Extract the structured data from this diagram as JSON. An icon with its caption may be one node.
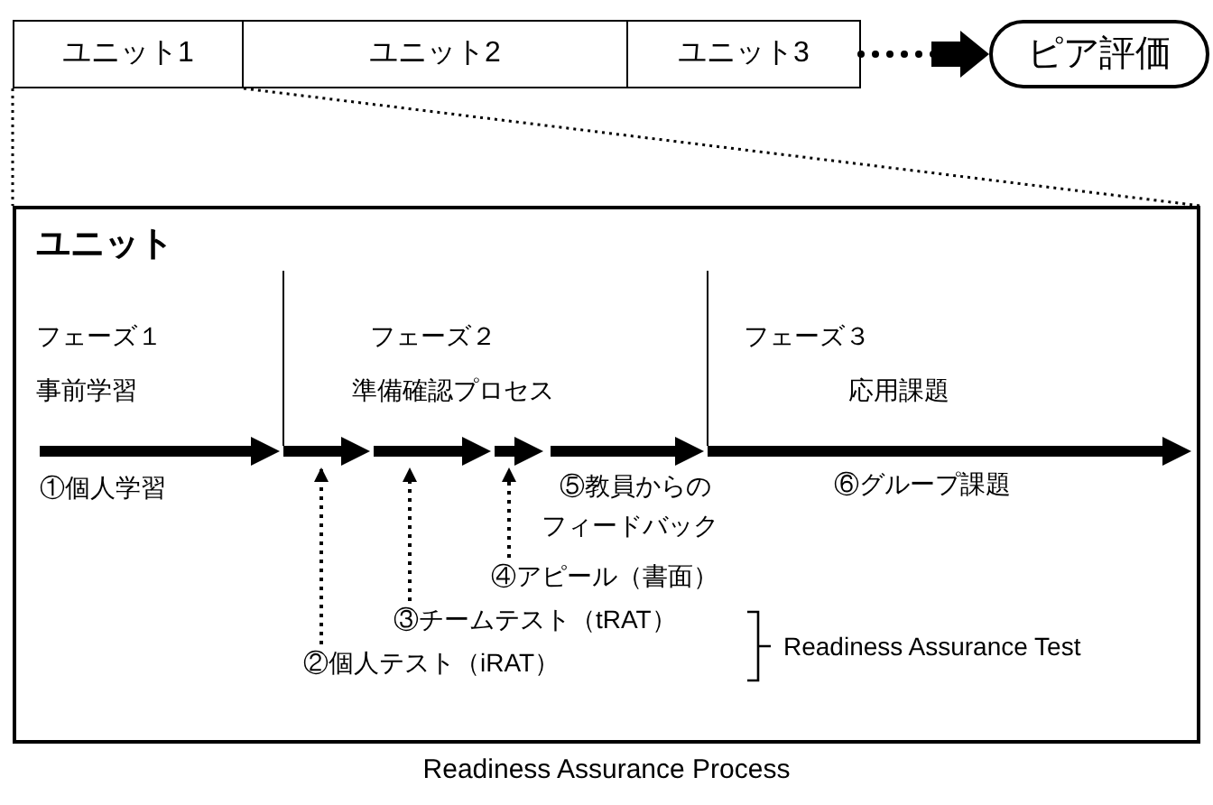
{
  "diagram": {
    "caption": "Readiness Assurance Process",
    "nodes": [
      {
        "text": [
          "ユニット1"
        ]
      },
      {
        "text": [
          "ユニット2"
        ]
      },
      {
        "text": [
          "ユニット3"
        ]
      },
      {
        "text": [
          "ピア評価"
        ]
      },
      {
        "text": [
          "ユニット"
        ]
      },
      {
        "text": [
          "④アピール（書面）"
        ],
        "in": 4
      },
      {
        "text": [
          "③チームテスト（tRAT）"
        ],
        "in": 4
      },
      {
        "text": [
          "②個人テスト（iRAT）"
        ],
        "in": 4
      },
      {
        "text": [],
        "shape": "arrow",
        "in": 4
      }
    ],
    "edges": [
      {
        "from": 2,
        "to": 3,
        "arrow": "to",
        "style": "dashed"
      },
      {
        "from": 0,
        "to": 4,
        "arrow": "none",
        "style": "dashed"
      },
      {
        "from": 7,
        "to": 8,
        "arrow": "to",
        "style": "dashed"
      },
      {
        "from": 6,
        "to": 8,
        "arrow": "to",
        "style": "dashed"
      },
      {
        "from": 5,
        "to": 8,
        "arrow": "to",
        "style": "dashed"
      }
    ],
    "labels": [
      "フェーズ１",
      "事前学習",
      "フェーズ２",
      "準備確認プロセス",
      "フェーズ３",
      "応用課題",
      "①個人学習",
      "⑤教員からのフィードバック",
      "⑥グループ課題",
      "Readiness Assurance Test"
    ]
  }
}
